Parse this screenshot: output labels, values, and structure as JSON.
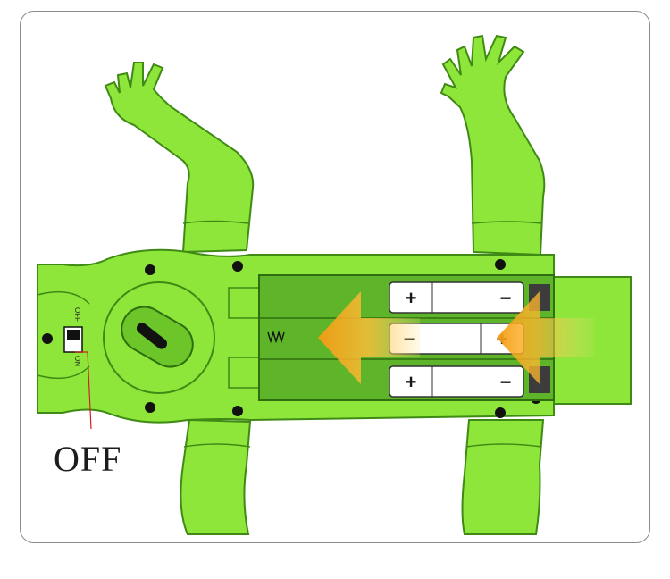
{
  "switch": {
    "off_label": "OFF",
    "on_label": "ON"
  },
  "callout": {
    "text": "OFF"
  },
  "batteries": [
    {
      "left_sign": "+",
      "right_sign": "−"
    },
    {
      "left_sign": "−",
      "right_sign": "+"
    },
    {
      "left_sign": "+",
      "right_sign": "−"
    }
  ],
  "colors": {
    "body_green": "#8ee63a",
    "body_outline": "#3f8a14",
    "compartment_green": "#5fb52a",
    "arrow_orange": "#f5a21b",
    "battery_white": "#ffffff"
  }
}
